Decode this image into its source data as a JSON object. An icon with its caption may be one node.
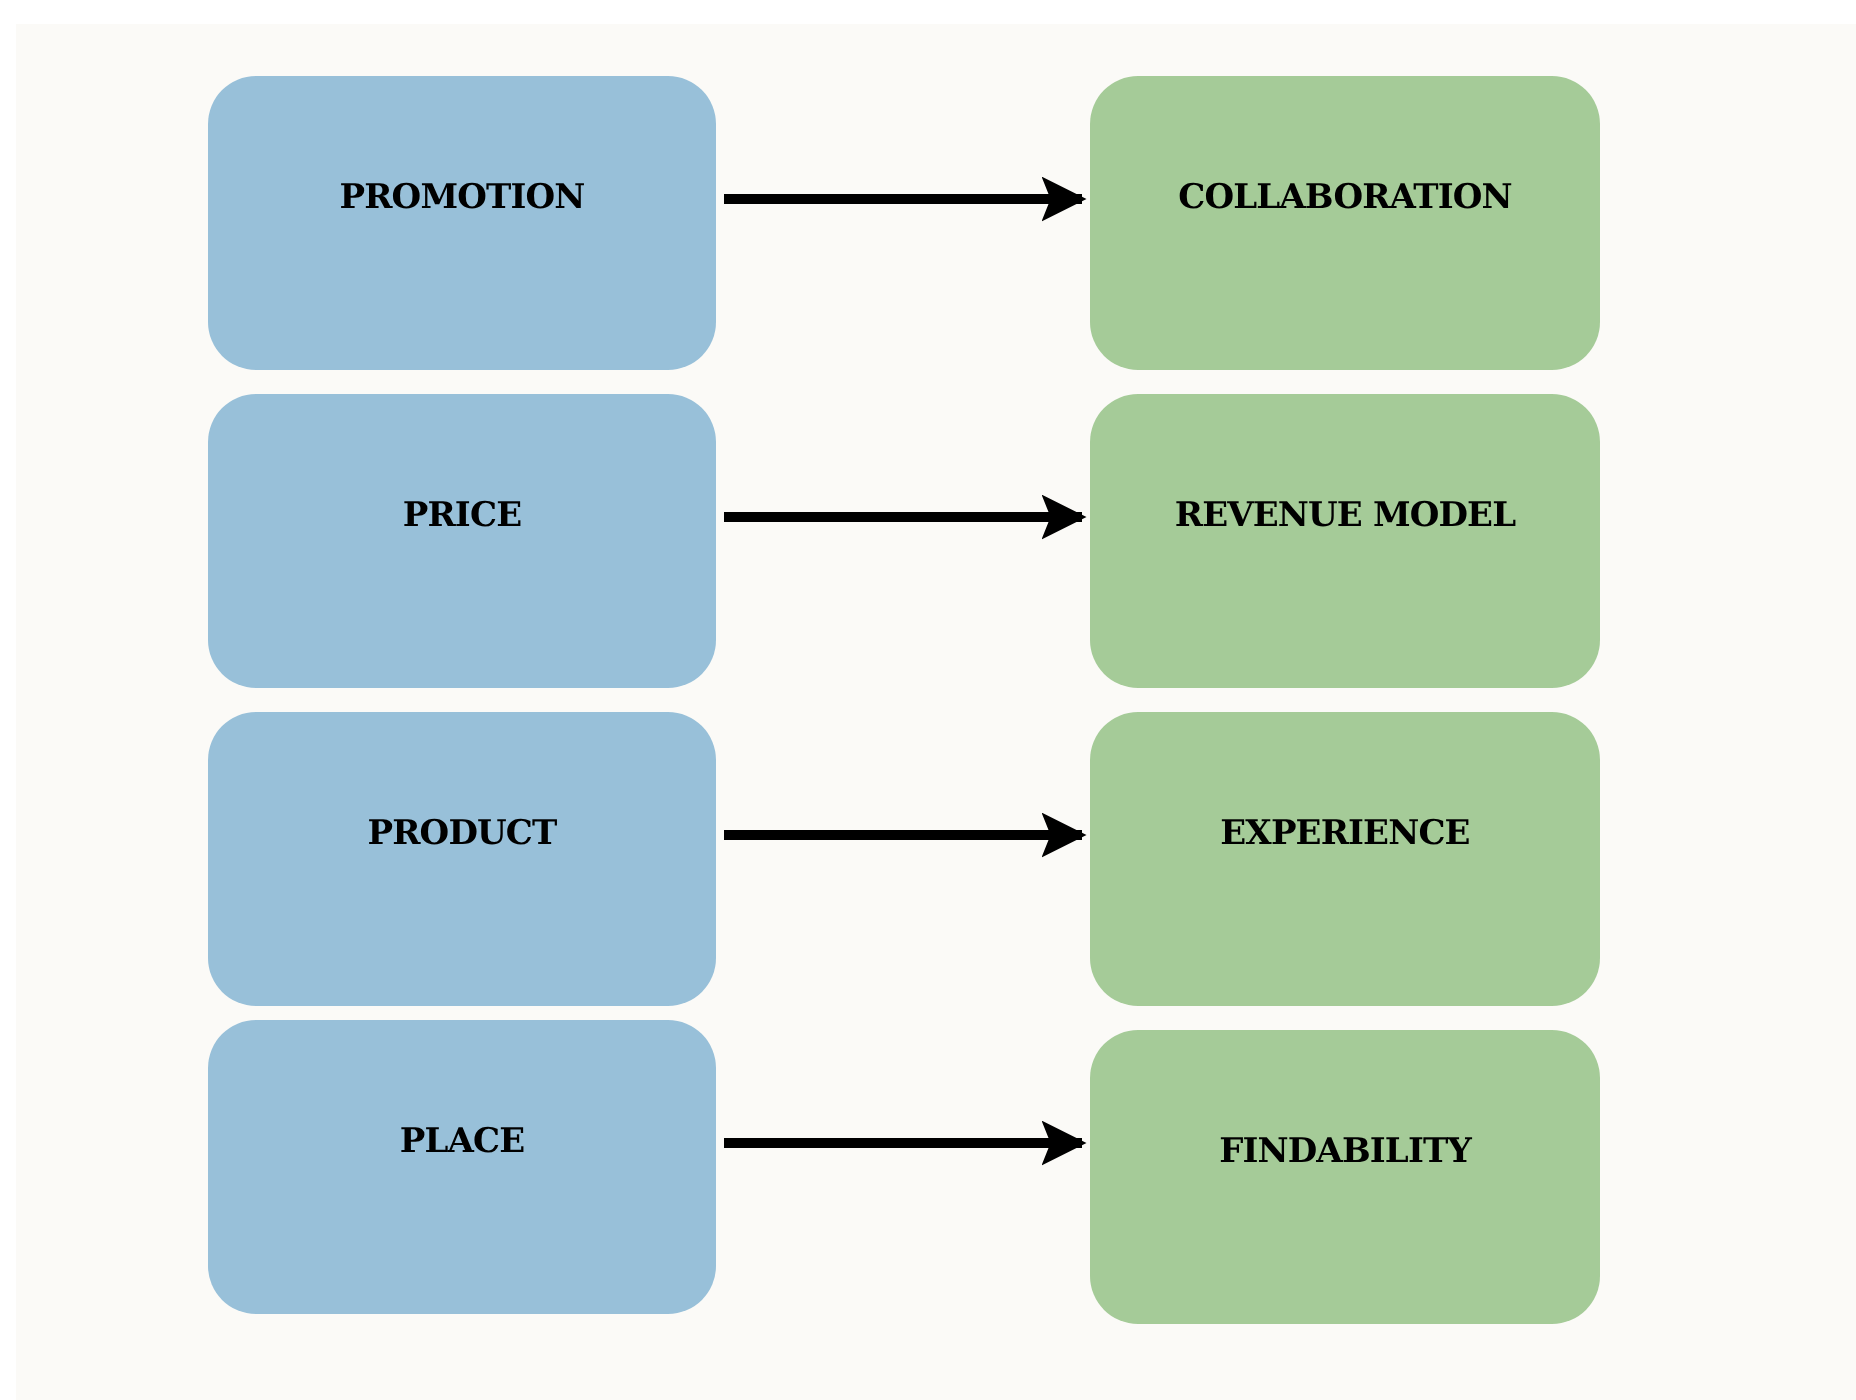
{
  "diagram": {
    "nodes": [
      {
        "text": [
          "PROMOTION"
        ]
      },
      {
        "text": [
          "COLLABORATION"
        ]
      },
      {
        "text": [
          "PRICE"
        ]
      },
      {
        "text": [
          "REVENUE MODEL"
        ]
      },
      {
        "text": [
          "PRODUCT"
        ]
      },
      {
        "text": [
          "EXPERIENCE"
        ]
      },
      {
        "text": [
          "PLACE"
        ]
      },
      {
        "text": [
          "FINDABILITY"
        ]
      }
    ],
    "edges": [
      {
        "from": 0,
        "to": 1,
        "arrow": "to"
      },
      {
        "from": 2,
        "to": 3,
        "arrow": "to"
      },
      {
        "from": 4,
        "to": 5,
        "arrow": "to"
      },
      {
        "from": 6,
        "to": 7,
        "arrow": "to"
      }
    ]
  }
}
